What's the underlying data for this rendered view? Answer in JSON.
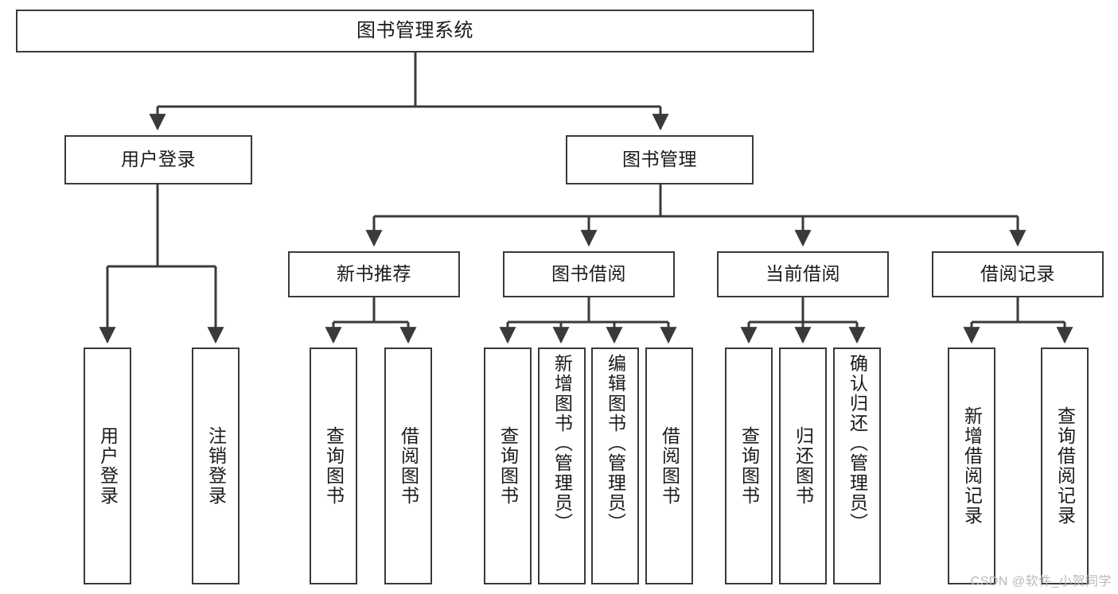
{
  "diagram": {
    "title": "图书管理系统",
    "type": "tree-hierarchy-chart",
    "watermark": "CSDN @软件_小贺同学",
    "colors": {
      "border": "#3a3a3a",
      "edge": "#3a3a3a",
      "background": "#ffffff",
      "text": "#1a1a1a",
      "watermark": "#b9b9b9"
    }
  },
  "nodes": {
    "root": {
      "label": "图书管理系统"
    },
    "level2": [
      {
        "id": "user-login",
        "label": "用户登录"
      },
      {
        "id": "book-management",
        "label": "图书管理"
      }
    ],
    "level3": [
      {
        "id": "new-book-recommend",
        "label": "新书推荐"
      },
      {
        "id": "book-borrow",
        "label": "图书借阅"
      },
      {
        "id": "current-borrow",
        "label": "当前借阅"
      },
      {
        "id": "borrow-record",
        "label": "借阅记录"
      }
    ],
    "leaves": {
      "user_login": [
        {
          "id": "leaf-user-login",
          "label": "用户登录"
        },
        {
          "id": "leaf-logout-login",
          "label": "注销登录"
        }
      ],
      "new_book_recommend": [
        {
          "id": "leaf-query-book-1",
          "label": "查询图书"
        },
        {
          "id": "leaf-borrow-book-1",
          "label": "借阅图书"
        }
      ],
      "book_borrow": [
        {
          "id": "leaf-query-book-2",
          "label": "查询图书"
        },
        {
          "id": "leaf-add-book",
          "label": "新增图书（管理员）"
        },
        {
          "id": "leaf-edit-book",
          "label": "编辑图书（管理员）"
        },
        {
          "id": "leaf-borrow-book-2",
          "label": "借阅图书"
        }
      ],
      "current_borrow": [
        {
          "id": "leaf-query-book-3",
          "label": "查询图书"
        },
        {
          "id": "leaf-return-book",
          "label": "归还图书"
        },
        {
          "id": "leaf-confirm-return",
          "label": "确认归还（管理员）"
        }
      ],
      "borrow_record": [
        {
          "id": "leaf-add-record",
          "label": "新增借阅记录"
        },
        {
          "id": "leaf-query-record",
          "label": "查询借阅记录"
        }
      ]
    }
  }
}
